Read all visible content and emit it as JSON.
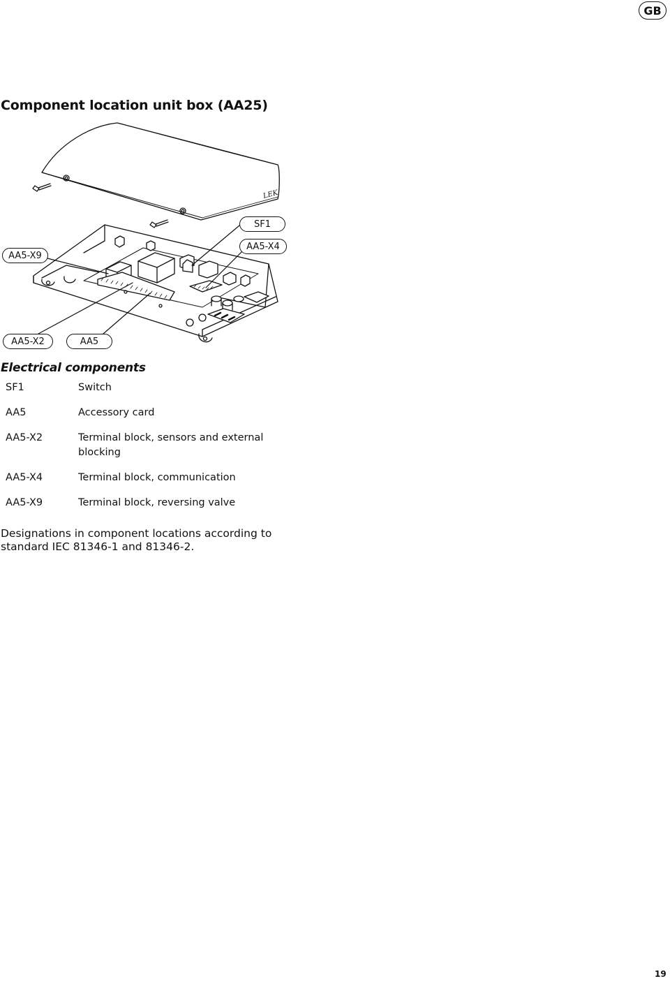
{
  "header": {
    "language_badge": "GB"
  },
  "title": "Component location unit box (AA25)",
  "figure": {
    "callouts": {
      "sf1": "SF1",
      "aa5_x4": "AA5-X4",
      "aa5_x9": "AA5-X9",
      "aa5_x2": "AA5-X2",
      "aa5": "AA5"
    },
    "brand_mark": "LEK"
  },
  "electrical": {
    "heading": "Electrical components",
    "items": [
      {
        "code": "SF1",
        "desc": "Switch"
      },
      {
        "code": "AA5",
        "desc": "Accessory card"
      },
      {
        "code": "AA5-X2",
        "desc": "Terminal block, sensors and external blocking"
      },
      {
        "code": "AA5-X4",
        "desc": "Terminal block, communication"
      },
      {
        "code": "AA5-X9",
        "desc": "Terminal block, reversing valve"
      }
    ]
  },
  "note": "Designations in component locations according to standard IEC 81346-1 and 81346-2.",
  "page_number": "19"
}
